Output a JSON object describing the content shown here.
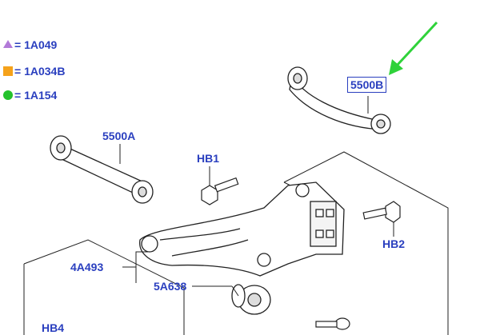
{
  "legend": [
    {
      "symbol": "triangle",
      "color": "#b27ad8",
      "text": "= 1A049"
    },
    {
      "symbol": "square",
      "color": "#f5a21b",
      "text": "= 1A034B"
    },
    {
      "symbol": "circle",
      "color": "#24c22c",
      "text": "= 1A154"
    }
  ],
  "callouts": {
    "upper_arm": "5500B",
    "lower_link": "5500A",
    "bolt_top": "HB1",
    "bolt_right": "HB2",
    "knuckle": "4A493",
    "bushing": "5A638",
    "bolt_bottom": "HB4"
  },
  "colors": {
    "label": "#2a3fbf",
    "arrow": "#2fd23a",
    "line": "#222222"
  }
}
